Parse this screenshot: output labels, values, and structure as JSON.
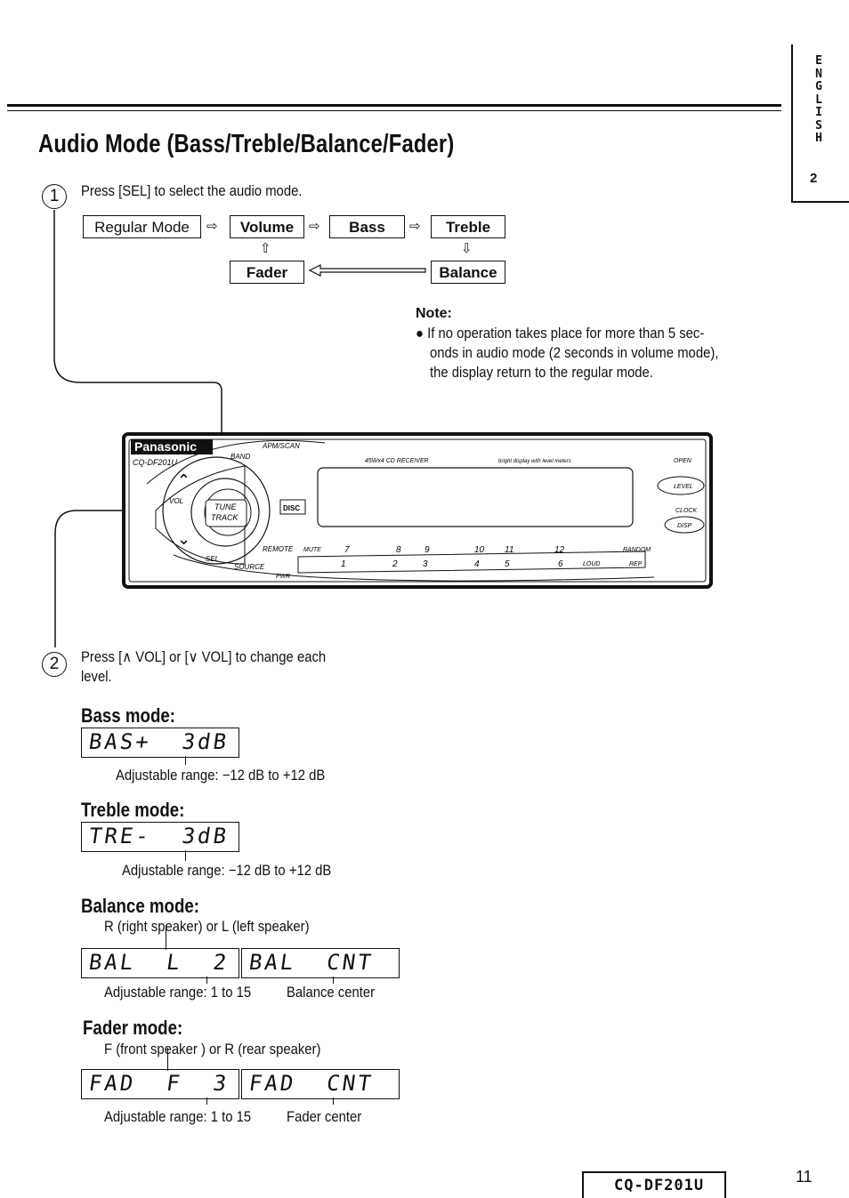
{
  "page": {
    "title": "Audio Mode (Bass/Treble/Balance/Fader)",
    "side_tab": {
      "letters": [
        "E",
        "N",
        "G",
        "L",
        "I",
        "S",
        "H"
      ],
      "number": "2"
    },
    "page_number": "11",
    "footer_model": "CQ-DF201U"
  },
  "step1": {
    "num": "1",
    "text": "Press [SEL] to select the audio mode.",
    "flow": {
      "regular": "Regular Mode",
      "volume": "Volume",
      "bass": "Bass",
      "treble": "Treble",
      "fader": "Fader",
      "balance": "Balance"
    }
  },
  "note": {
    "heading": "Note:",
    "lines": [
      "● If no operation takes place for more than 5 sec-",
      "onds in audio mode (2 seconds in volume mode),",
      "the display return to the regular mode."
    ]
  },
  "device": {
    "brand": "Panasonic",
    "model": "CQ-DF201U",
    "apm": "APM/SCAN",
    "band": "BAND",
    "vol": "VOL",
    "tune": "TUNE",
    "track": "TRACK",
    "remote": "REMOTE",
    "sel": "SEL",
    "source": "SOURCE",
    "pwr": "PWR",
    "receiver": "45Wx4 CD RECEIVER",
    "bright": "bright display with level meters",
    "open": "OPEN",
    "level": "LEVEL",
    "clock": "CLOCK",
    "disp": "DISP",
    "mute": "MUTE",
    "random": "RANDOM",
    "loud": "LOUD",
    "rep": "REP",
    "top_nums": [
      "7",
      "8",
      "9",
      "10",
      "11",
      "12"
    ],
    "bottom_nums": [
      "1",
      "2",
      "3",
      "4",
      "5",
      "6"
    ],
    "cd_logo": "DISC"
  },
  "step2": {
    "num": "2",
    "text1": "Press [∧ VOL] or [∨ VOL] to change each",
    "text2": "level."
  },
  "bass": {
    "heading": "Bass mode:",
    "lcd": "BAS+  3dB",
    "range": "Adjustable range: −12 dB to +12 dB"
  },
  "treble": {
    "heading": "Treble mode:",
    "lcd": "TRE-  3dB",
    "range": "Adjustable range: −12 dB to +12 dB"
  },
  "balance": {
    "heading": "Balance mode:",
    "desc": "R (right speaker) or L (left speaker)",
    "lcd1": "BAL  L  2",
    "lcd2": "BAL  CNT",
    "range": "Adjustable range: 1 to 15",
    "center": "Balance center"
  },
  "fader": {
    "heading": "Fader mode:",
    "desc": "F (front speaker ) or R (rear speaker)",
    "lcd1": "FAD  F  3",
    "lcd2": "FAD  CNT",
    "range": "Adjustable range: 1 to 15",
    "center": "Fader center"
  }
}
